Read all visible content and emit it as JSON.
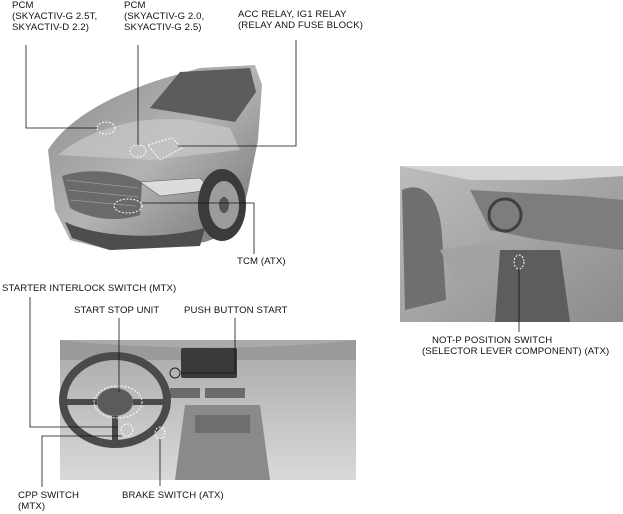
{
  "labels": {
    "pcm_25t": [
      "PCM",
      "(SKYACTIV-G 2.5T,",
      "SKYACTIV-D 2.2)"
    ],
    "pcm_20": [
      "PCM",
      "(SKYACTIV-G 2.0,",
      "SKYACTIV-G 2.5)"
    ],
    "acc_relay": [
      "ACC RELAY, IG1 RELAY",
      "(RELAY AND FUSE BLOCK)"
    ],
    "tcm": "TCM (ATX)",
    "not_p": [
      "NOT-P POSITION SWITCH",
      "(SELECTOR LEVER COMPONENT) (ATX)"
    ],
    "starter_interlock": "STARTER INTERLOCK SWITCH (MTX)",
    "start_stop_unit": "START STOP UNIT",
    "push_button_start": "PUSH BUTTON START",
    "cpp_switch": [
      "CPP SWITCH",
      "(MTX)"
    ],
    "brake_switch": "BRAKE SWITCH (ATX)"
  }
}
